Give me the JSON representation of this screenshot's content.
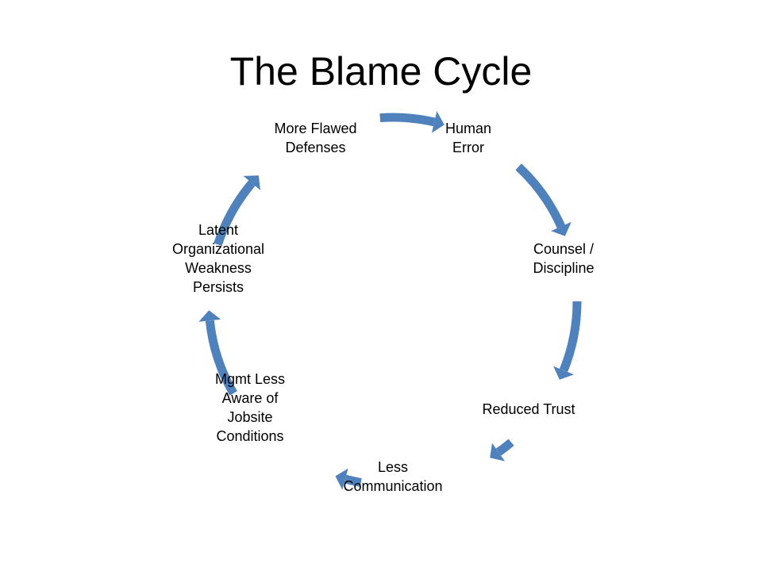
{
  "slide": {
    "title": "The Blame Cycle",
    "accent_color": "#4f81bd"
  },
  "cycle": {
    "nodes": [
      {
        "id": "human-error",
        "label": "Human\nError"
      },
      {
        "id": "counsel-discipline",
        "label": "Counsel /\nDiscipline"
      },
      {
        "id": "reduced-trust",
        "label": "Reduced Trust"
      },
      {
        "id": "less-communication",
        "label": "Less\nCommunication"
      },
      {
        "id": "mgmt-less-aware",
        "label": "Mgmt Less\nAware of\nJobsite\nConditions"
      },
      {
        "id": "latent-weakness",
        "label": "Latent\nOrganizational\nWeakness\nPersists"
      },
      {
        "id": "more-flawed-defenses",
        "label": "More Flawed\nDefenses"
      }
    ]
  }
}
